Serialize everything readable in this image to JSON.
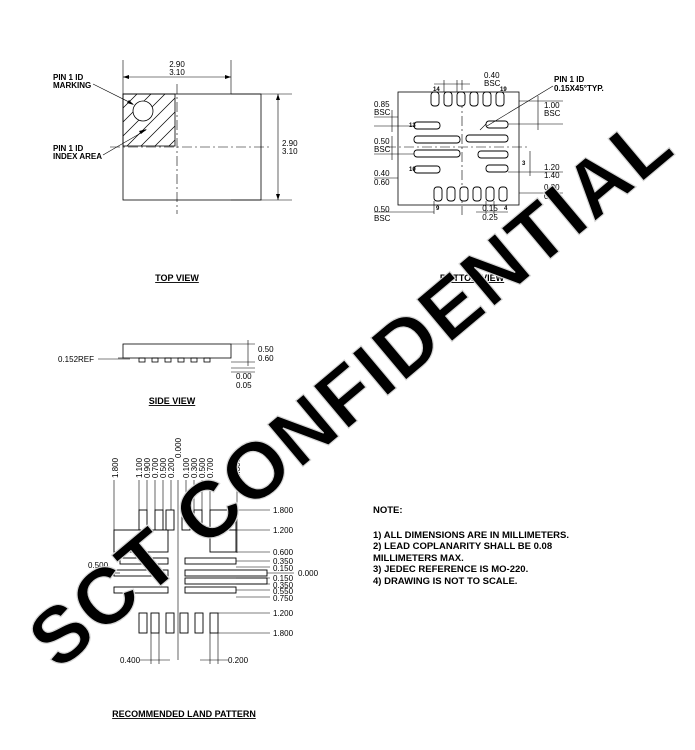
{
  "watermark": "SCT CONFIDENTIAL",
  "top_view": {
    "title": "TOP VIEW",
    "pin1_marking": [
      "PIN 1 ID",
      "MARKING"
    ],
    "pin1_index": [
      "PIN 1 ID",
      "INDEX AREA"
    ],
    "width_dims": [
      "2.90",
      "3.10"
    ],
    "height_dims": [
      "2.90",
      "3.10"
    ]
  },
  "bottom_view": {
    "title": "BOTTOM VIEW",
    "pin1_id": [
      "PIN 1 ID",
      "0.15X45°TYP."
    ],
    "pins": [
      "14",
      "19",
      "13",
      "10",
      "9",
      "4",
      "3"
    ],
    "dims": {
      "pitch_top": [
        "0.40",
        "BSC"
      ],
      "left_085": [
        "0.85",
        "BSC"
      ],
      "left_050": [
        "0.50",
        "BSC"
      ],
      "left_040": [
        "0.40",
        "0.60"
      ],
      "bottom_050": [
        "0.50",
        "BSC"
      ],
      "bottom_015": [
        "0.15",
        "0.25"
      ],
      "right_100": [
        "1.00",
        "BSC"
      ],
      "right_120": [
        "1.20",
        "1.40"
      ],
      "right_020": [
        "0.20",
        "0.40"
      ]
    }
  },
  "side_view": {
    "title": "SIDE VIEW",
    "ref": "0.152REF",
    "height_dims": [
      "0.50",
      "0.60"
    ],
    "standoff_dims": [
      "0.00",
      "0.05"
    ]
  },
  "land_pattern": {
    "title": "RECOMMENDED LAND PATTERN",
    "top_labels": [
      "1.800",
      "1.100",
      "0.900",
      "0.700",
      "0.500",
      "0.200",
      "0.000",
      "0.100",
      "0.300",
      "0.500",
      "0.700",
      "1.800"
    ],
    "right_labels": [
      "1.800",
      "1.200",
      "0.600",
      "0.350",
      "0.150",
      "0.000",
      "0.150",
      "0.350",
      "0.550",
      "0.750",
      "1.200",
      "1.800"
    ],
    "left_label": "0.500",
    "bottom_left": "0.400",
    "bottom_right": "0.200"
  },
  "notes": {
    "title": "NOTE:",
    "items": [
      "1) ALL DIMENSIONS ARE IN MILLIMETERS.",
      "2) LEAD COPLANARITY SHALL BE 0.08",
      "MILLIMETERS MAX.",
      "3) JEDEC REFERENCE IS MO-220.",
      "4) DRAWING IS NOT TO SCALE."
    ]
  }
}
